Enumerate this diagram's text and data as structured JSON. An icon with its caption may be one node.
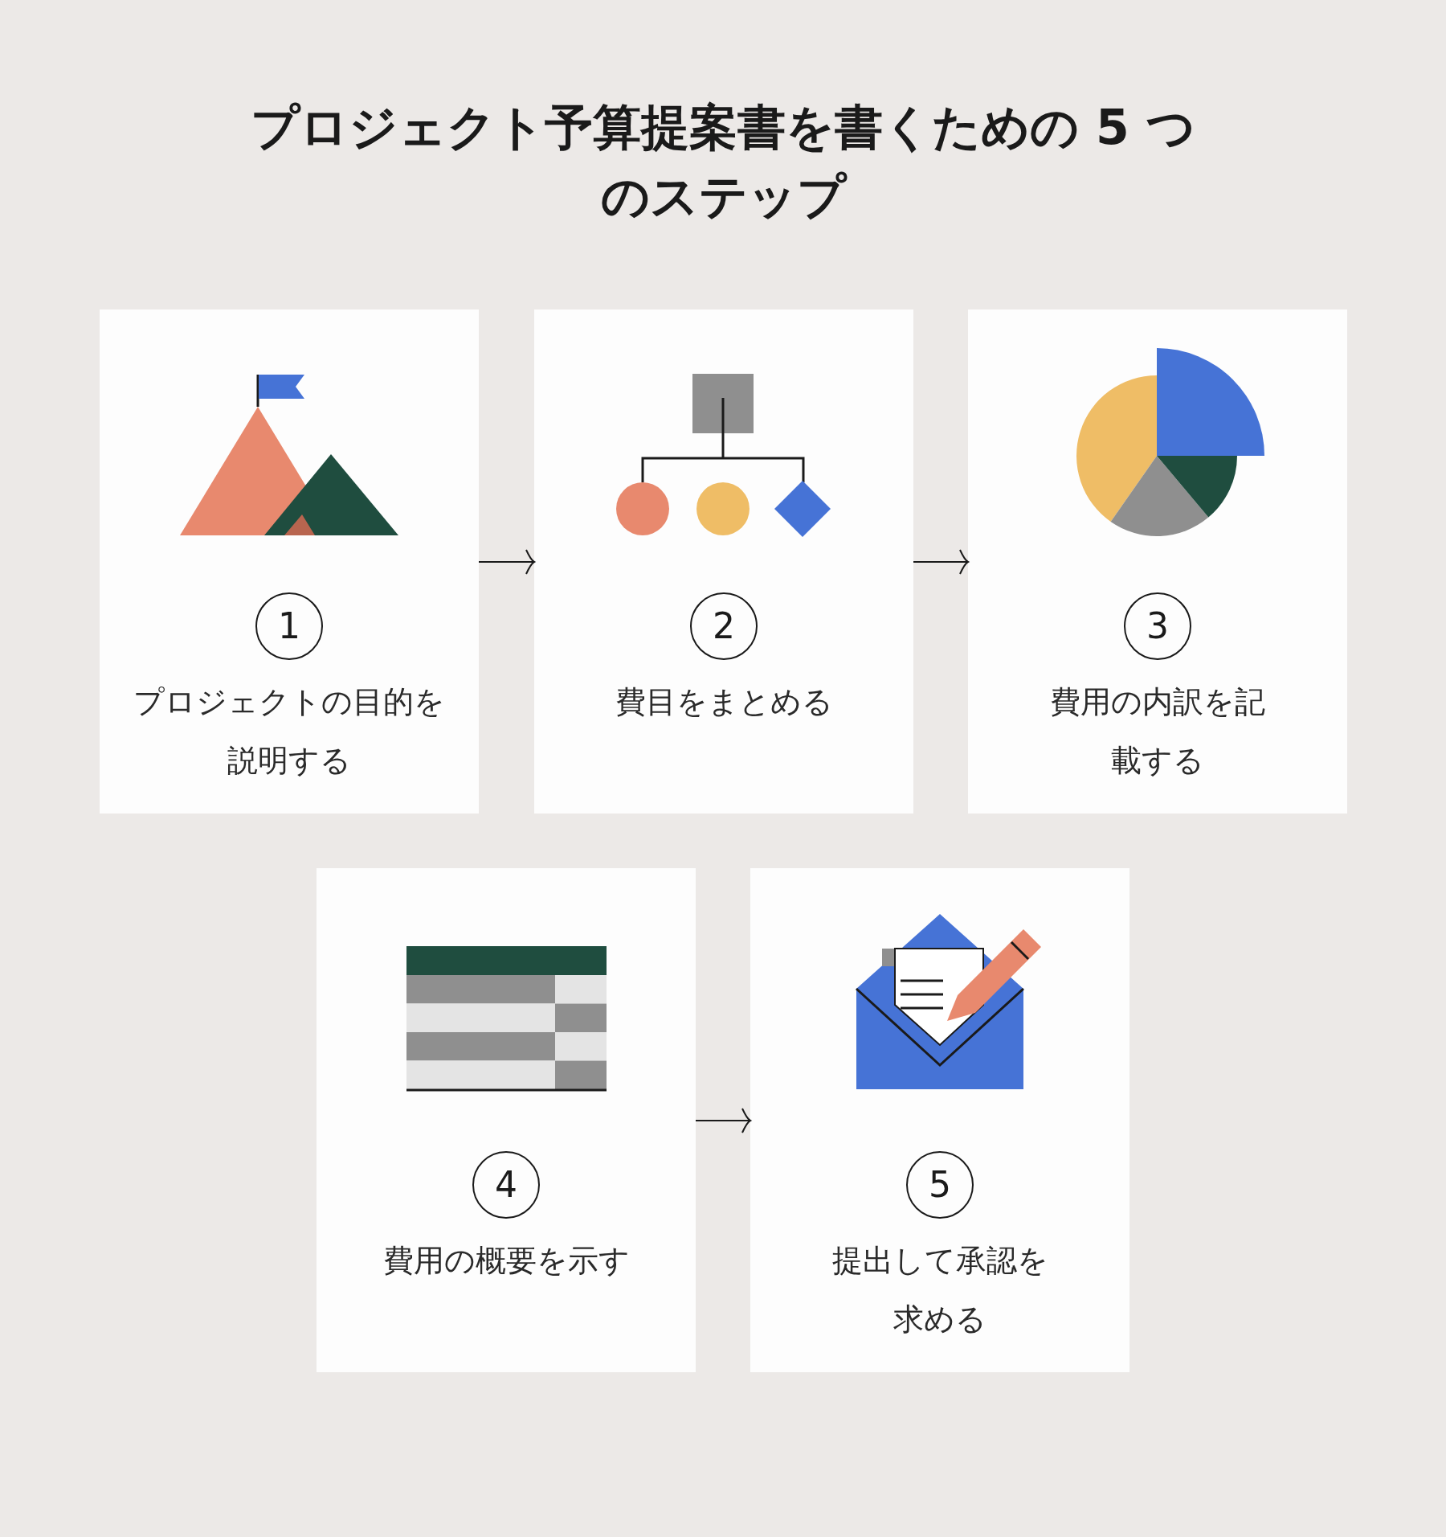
{
  "diagram": {
    "title": "プロジェクト予算提案書を書くための 5 つのステップ",
    "nodes": [
      {
        "text": [
          "1",
          "プロジェクトの目的を説明する"
        ]
      },
      {
        "text": [
          "2",
          "費目をまとめる"
        ]
      },
      {
        "text": [
          "3",
          "費用の内訳を記載する"
        ]
      },
      {
        "text": [
          "4",
          "費用の概要を示す"
        ]
      },
      {
        "text": [
          "5",
          "提出して承認を求める"
        ]
      }
    ],
    "edges": [
      {
        "from": 0,
        "to": 1,
        "arrow": "to"
      },
      {
        "from": 1,
        "to": 2,
        "arrow": "to"
      },
      {
        "from": 3,
        "to": 4,
        "arrow": "to"
      }
    ]
  }
}
